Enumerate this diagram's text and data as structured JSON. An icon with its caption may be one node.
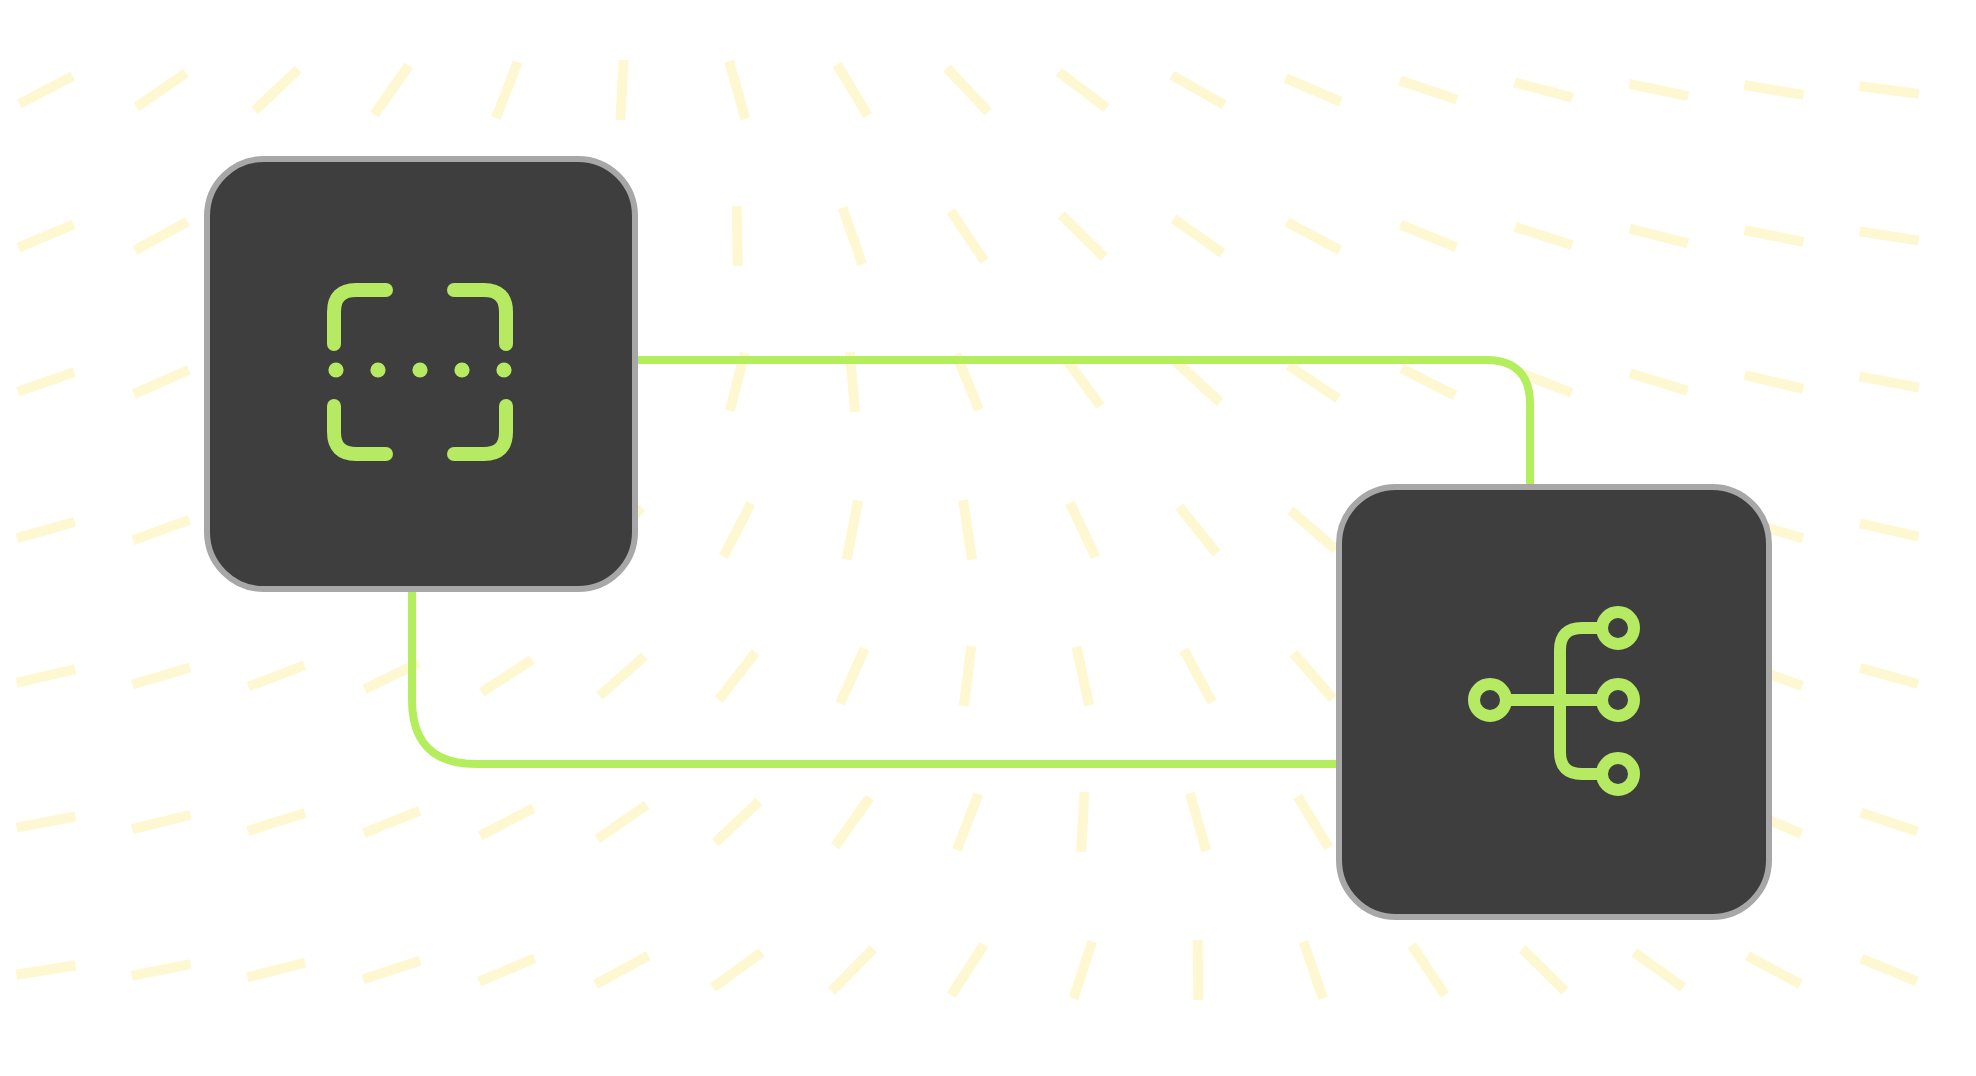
{
  "diagram": {
    "nodes": [
      {
        "text": [],
        "shape": "box"
      },
      {
        "text": [],
        "shape": "box"
      }
    ],
    "edges": [
      {
        "from": 0,
        "to": 1,
        "arrow": "none"
      },
      {
        "from": 0,
        "to": 1,
        "arrow": "none"
      }
    ]
  }
}
